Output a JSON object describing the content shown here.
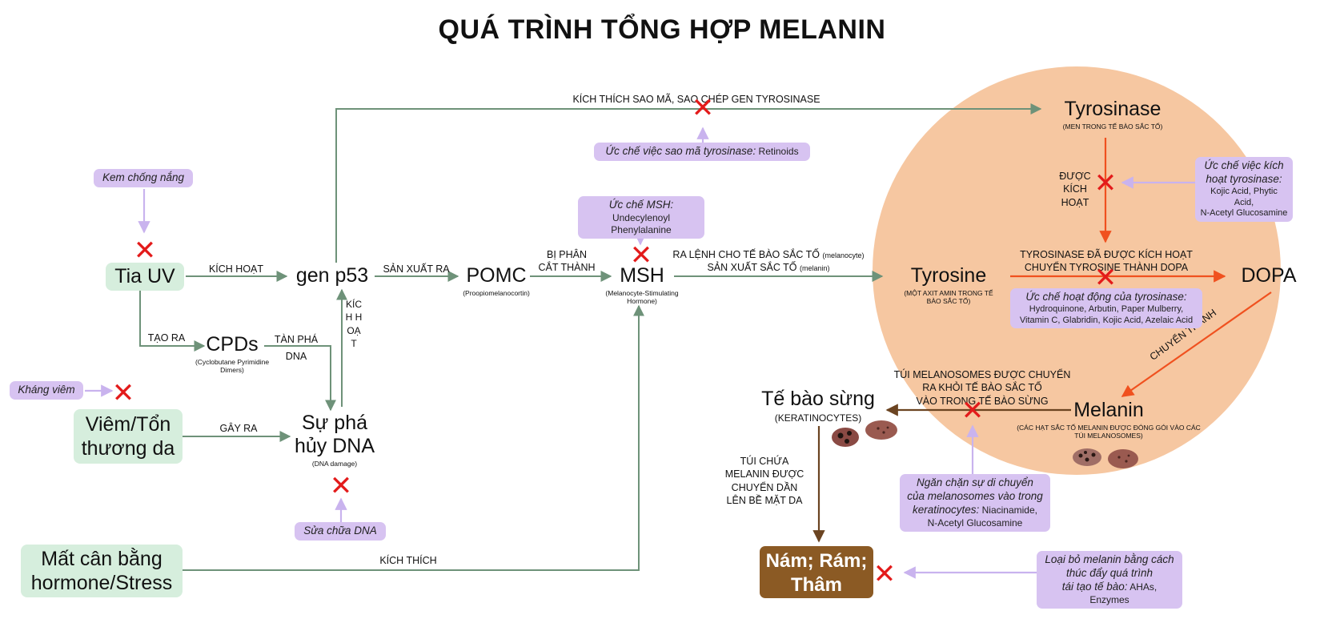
{
  "title": "QUÁ TRÌNH TỔNG HỢP MELANIN",
  "nodes": {
    "tia_uv": "Tia UV",
    "gen_p53": "gen p53",
    "pomc": "POMC",
    "pomc_sub": "(Proopiomelanocortin)",
    "msh": "MSH",
    "msh_sub": "(Melanocyte-Stimulating Hormone)",
    "cpds": "CPDs",
    "cpds_sub": "(Cyclobutane Pyrimidine Dimers)",
    "viem": "Viêm/Tổn thương da",
    "dna_line1": "Sự phá",
    "dna_line2": "hủy DNA",
    "dna_sub": "(DNA damage)",
    "stress": "Mất cân bằng hormone/Stress",
    "tyrosinase": "Tyrosinase",
    "tyrosinase_sub": "(MEN TRONG TẾ BÀO SẮC TỐ)",
    "tyrosine": "Tyrosine",
    "tyrosine_sub": "(MỘT AXIT AMIN TRONG TẾ BÀO SẮC TỐ)",
    "dopa": "DOPA",
    "melanin": "Melanin",
    "melanin_sub": "(CÁC HẠT SẮC TỐ MELANIN ĐƯỢC ĐÓNG GÓI VÀO CÁC TÚI MELANOSOMES)",
    "tebaosung": "Tế bào sừng",
    "tebaosung_sub": "(KERATINOCYTES)",
    "nam": "Nám; Rám; Thâm"
  },
  "edges": {
    "kich_hoat": "KÍCH HOẠT",
    "san_xuat_ra": "SẢN XUẤT RA",
    "bi_phan_1": "BỊ PHÂN",
    "bi_phan_2": "CẮT THÀNH",
    "ra_lenh_1": "RA LỆNH CHO TẾ BÀO SẮC TỐ",
    "ra_lenh_1s": "(melanocyte)",
    "ra_lenh_2": "SẢN XUẤT SẮC TỐ",
    "ra_lenh_2s": "(melanin)",
    "kich_thich_sao_ma": "KÍCH THÍCH SAO MÃ, SAO CHÉP GEN TYROSINASE",
    "tao_ra": "TẠO RA",
    "tan_pha_1": "TÀN PHÁ",
    "tan_pha_2": "DNA",
    "gay_ra": "GÂY RA",
    "kich_hoat_vertical": "KÍCH HOẠT",
    "kich_thich": "KÍCH THÍCH",
    "duoc_kich_hoat": "ĐƯỢC KÍCH HOẠT",
    "tyrosinase_kh_1": "TYROSINASE ĐÃ ĐƯỢC KÍCH HOẠT",
    "tyrosinase_kh_2": "CHUYỂN TYROSINE THÀNH DOPA",
    "chuyen_thanh": "CHUYỂN THÀNH",
    "tui_mel_1": "TÚI MELANOSOMES ĐƯỢC CHUYỂN",
    "tui_mel_2": "RA KHỎI TẾ BÀO SẮC TỐ",
    "tui_mel_3": "VÀO TRONG TẾ BÀO SỪNG",
    "tui_chua_1": "TÚI CHỨA",
    "tui_chua_2": "MELANIN ĐƯỢC",
    "tui_chua_3": "CHUYỂN DẦN",
    "tui_chua_4": "LÊN BỀ MẶT DA"
  },
  "inhibitors": {
    "kem": "Kem chống nắng",
    "khang_viem": "Kháng viêm",
    "sua_chua": "Sửa chữa DNA",
    "sao_ma_it": "Ức chế việc sao mã tyrosinase:",
    "sao_ma_ag": "Retinoids",
    "msh_it": "Ức chế MSH:",
    "msh_ag": "Undecylenoyl Phenylalanine",
    "kich_hoat_it_1": "Ức chế việc kích",
    "kich_hoat_it_2": "hoạt tyrosinase:",
    "kich_hoat_ag_1": "Kojic Acid, Phytic Acid,",
    "kich_hoat_ag_2": "N-Acetyl Glucosamine",
    "hoat_dong_it": "Ức chế hoạt động của tyrosinase:",
    "hoat_dong_ag_1": "Hydroquinone, Arbutin, Paper Mulberry,",
    "hoat_dong_ag_2": "Vitamin C, Glabridin, Kojic Acid, Azelaic Acid",
    "ngan_chan_it_1": "Ngăn chặn sự di chuyển",
    "ngan_chan_it_2": "của melanosomes vào trong",
    "ngan_chan_it_3": "keratinocytes:",
    "ngan_chan_ag_1": "Niacinamide,",
    "ngan_chan_ag_2": "N-Acetyl Glucosamine",
    "loai_bo_it_1": "Loại bỏ melanin bằng cách",
    "loai_bo_it_2": "thúc đẩy quá trình",
    "loai_bo_it_3": "tái tạo tế bào:",
    "loai_bo_ag": "AHAs, Enzymes"
  },
  "marks": {
    "x": "✕"
  },
  "colors": {
    "green_arrow": "#6e9279",
    "green_box": "#d6eedd",
    "purple_box": "#d7c3f1",
    "purple_arrow": "#c9b3ee",
    "red_arrow": "#f0511f",
    "brown_arrow": "#6b4421",
    "brown_box": "#8b5a24",
    "circle": "#f6c7a1",
    "x_mark": "#e31b1b"
  }
}
